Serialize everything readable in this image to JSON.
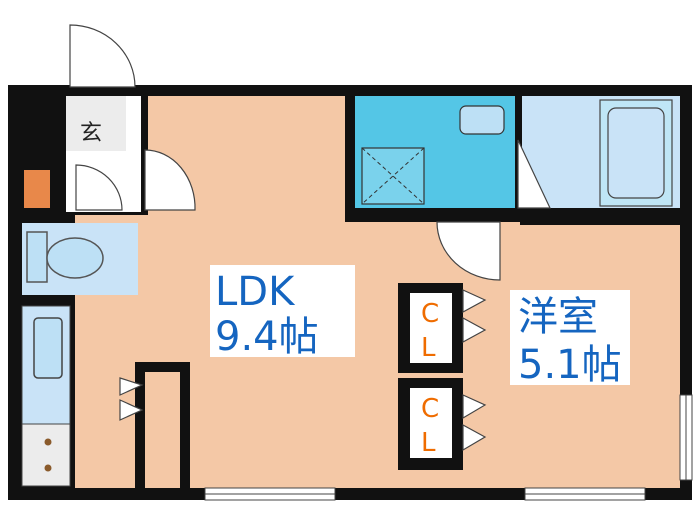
{
  "rooms": {
    "ldk": {
      "name": "LDK",
      "size": "9.4帖"
    },
    "western": {
      "name": "洋室",
      "size": "5.1帖"
    },
    "entrance": {
      "name": "玄"
    },
    "closet_top": {
      "c": "C",
      "l": "L"
    },
    "closet_bottom": {
      "c": "C",
      "l": "L"
    }
  },
  "colors": {
    "floor": "#f4c8a6",
    "wall": "#111111",
    "water": "#c9e3f7",
    "bathroom": "#bfe6f6",
    "toilet_room": "#54c6e6",
    "closet_text": "#ef6c00",
    "label_text": "#1565c0",
    "storage_box": "#e8884a"
  }
}
